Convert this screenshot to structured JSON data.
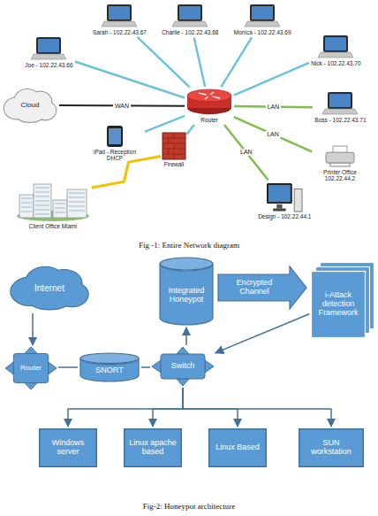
{
  "diagram": {
    "nodes": [
      {
        "text": [
          "Joe - 102.22.43.66"
        ]
      },
      {
        "text": [
          "Sarah - 102.22.43.67"
        ]
      },
      {
        "text": [
          "Charlie - 102.22.43.68"
        ]
      },
      {
        "text": [
          "Monica - 102.22.43.69"
        ]
      },
      {
        "text": [
          "Nick - 102.22.43.70"
        ]
      },
      {
        "text": [
          "Cloud"
        ]
      },
      {
        "text": [
          "Router"
        ]
      },
      {
        "text": [
          "Boss - 102.22.43.71"
        ]
      },
      {
        "text": [
          "iPad - Reception DHCP"
        ]
      },
      {
        "text": [
          "Firewall"
        ]
      },
      {
        "text": [
          "Printer Office 102.22.44.2"
        ]
      },
      {
        "text": [
          "Design - 102.22.44.1"
        ]
      },
      {
        "text": [
          "Client Office Miami"
        ]
      },
      {
        "text": [
          "Internet"
        ]
      },
      {
        "text": [
          "Integrated Honeypot"
        ]
      },
      {
        "text": [
          "Encrypted Channel"
        ]
      },
      {
        "text": [
          "i-Attack detection Framework"
        ]
      },
      {
        "text": [
          "Router"
        ]
      },
      {
        "text": [
          "SNORT"
        ]
      },
      {
        "text": [
          "Switch"
        ]
      },
      {
        "text": [
          "Windows server"
        ]
      },
      {
        "text": [
          "Linux apache based"
        ]
      },
      {
        "text": [
          "Linux Based"
        ]
      },
      {
        "text": [
          "SUN workstation"
        ]
      }
    ],
    "edges": [
      {
        "from": 0,
        "to": 6,
        "arrow": "none"
      },
      {
        "from": 1,
        "to": 6,
        "arrow": "none"
      },
      {
        "from": 2,
        "to": 6,
        "arrow": "none"
      },
      {
        "from": 3,
        "to": 6,
        "arrow": "none"
      },
      {
        "from": 4,
        "to": 6,
        "arrow": "none"
      },
      {
        "from": 5,
        "to": 6,
        "label": "WAN",
        "arrow": "none"
      },
      {
        "from": 6,
        "to": 7,
        "label": "LAN",
        "arrow": "none"
      },
      {
        "from": 6,
        "to": 10,
        "label": "LAN",
        "arrow": "none"
      },
      {
        "from": 6,
        "to": 11,
        "label": "LAN",
        "arrow": "none"
      },
      {
        "from": 8,
        "to": 6,
        "arrow": "none"
      },
      {
        "from": 9,
        "to": 6,
        "arrow": "none"
      },
      {
        "from": 12,
        "to": 9,
        "arrow": "none"
      },
      {
        "from": 13,
        "to": 17,
        "arrow": "to"
      },
      {
        "from": 17,
        "to": 18,
        "arrow": "none"
      },
      {
        "from": 18,
        "to": 19,
        "arrow": "none"
      },
      {
        "from": 19,
        "to": 14,
        "arrow": "to"
      },
      {
        "from": 16,
        "to": 19,
        "arrow": "to"
      },
      {
        "from": 19,
        "to": 20,
        "arrow": "to"
      },
      {
        "from": 19,
        "to": 21,
        "arrow": "to"
      },
      {
        "from": 19,
        "to": 22,
        "arrow": "to"
      },
      {
        "from": 19,
        "to": 23,
        "arrow": "to"
      }
    ],
    "labels": [
      "Fig -1: Entire Network diagram",
      "Fig-2: Honeypot architecture"
    ]
  }
}
